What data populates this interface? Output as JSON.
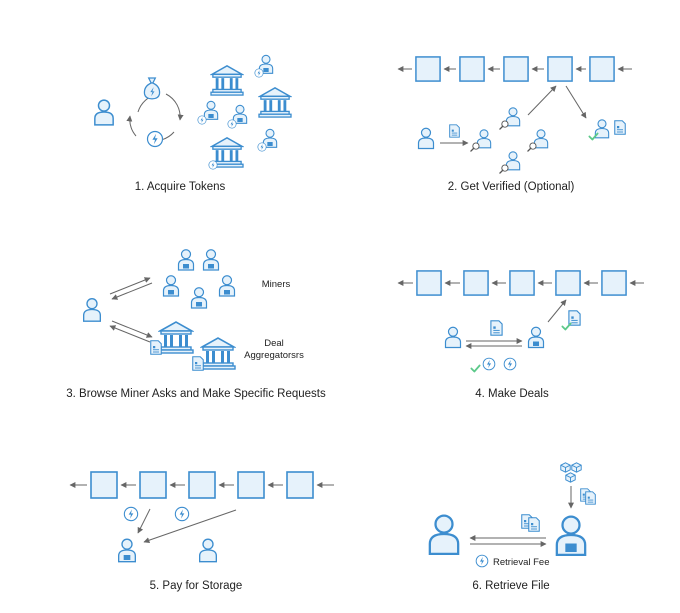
{
  "colors": {
    "stroke": "#3c8dcf",
    "fill": "#e6f2fb",
    "text": "#222222",
    "check": "#5cc98a",
    "arrow": "#666666",
    "background": "#ffffff"
  },
  "panels": [
    {
      "caption": "1. Acquire Tokens"
    },
    {
      "caption": "2. Get Verified (Optional)"
    },
    {
      "caption": "3. Browse Miner Asks and Make Specific Requests",
      "labels": {
        "miners": "Miners",
        "deal_line1": "Deal",
        "deal_line2": "Aggregatorsrs"
      }
    },
    {
      "caption": "4. Make Deals"
    },
    {
      "caption": "5. Pay for Storage"
    },
    {
      "caption": "6. Retrieve File",
      "labels": {
        "retrieval_fee": "Retrieval Fee"
      }
    }
  ],
  "icons": [
    "person-icon",
    "money-bag-icon",
    "token-icon",
    "bank-icon",
    "document-icon",
    "magnifier-icon",
    "check-icon",
    "miner-icon",
    "cubes-icon",
    "chain-block"
  ]
}
